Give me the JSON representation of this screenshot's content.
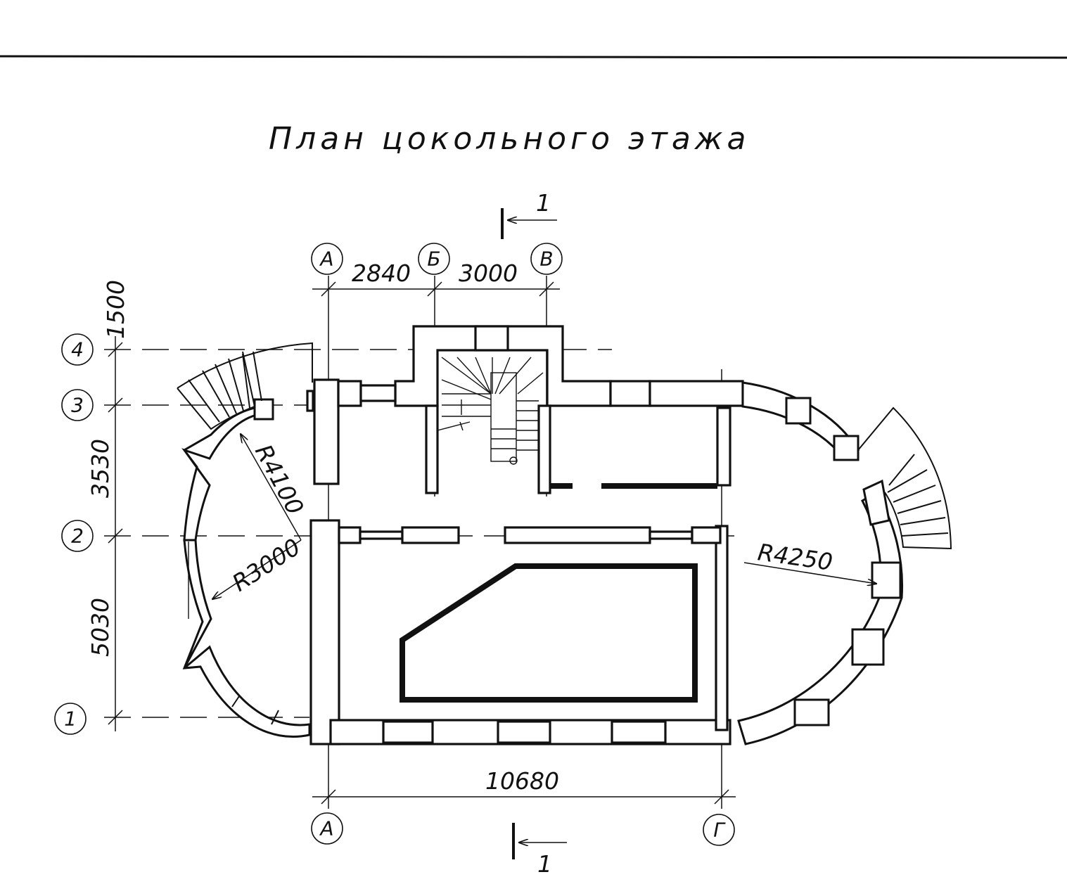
{
  "drawing": {
    "title": "План цокольного этажа",
    "section_mark": "1"
  },
  "axes_letters": {
    "A_top": "А",
    "B_top": "Б",
    "V_top": "В",
    "A_bottom": "А",
    "G_bottom": "Г"
  },
  "axes_numbers": {
    "n4": "4",
    "n3": "3",
    "n2": "2",
    "n1": "1"
  },
  "dimensions": {
    "a_b": "2840",
    "b_v": "3000",
    "a_g": "10680",
    "n4_top": "1500",
    "n3_n2": "3530",
    "n2_n1": "5030"
  },
  "radii": {
    "r1": "R4100",
    "r2": "R3000",
    "r3": "R4250"
  }
}
